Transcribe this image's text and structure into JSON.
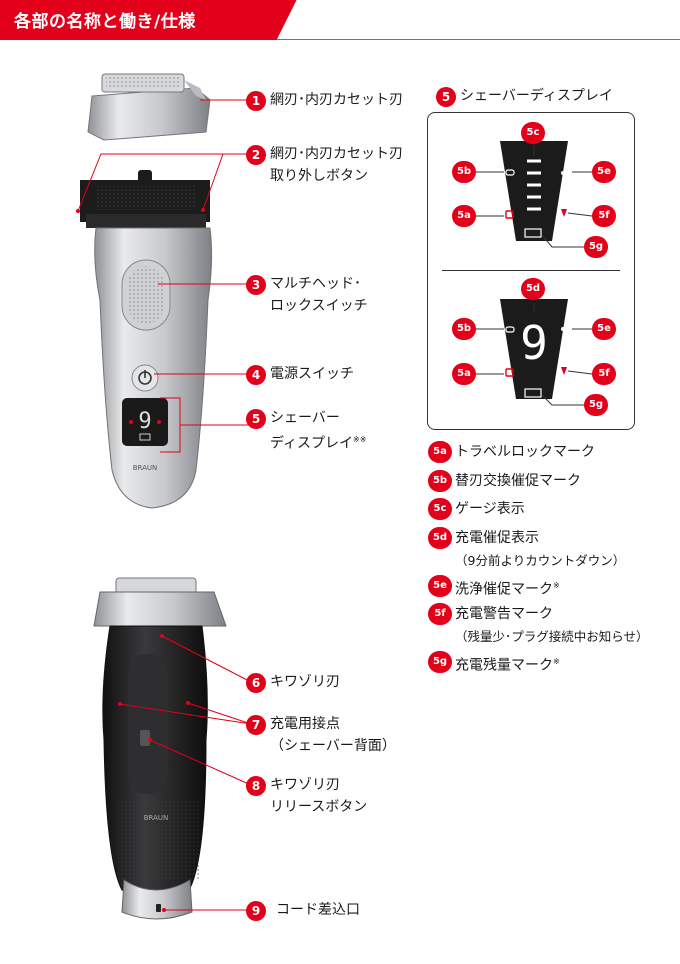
{
  "header": {
    "title": "各部の名称と働き/仕様",
    "color": "#e2001a"
  },
  "callouts": [
    {
      "num": "1",
      "lines": [
        "網刃･内刃カセット刃"
      ]
    },
    {
      "num": "2",
      "lines": [
        "網刃･内刃カセット刃",
        "取り外しボタン"
      ]
    },
    {
      "num": "3",
      "lines": [
        "マルチヘッド･",
        "ロックスイッチ"
      ]
    },
    {
      "num": "4",
      "lines": [
        "電源スイッチ"
      ]
    },
    {
      "num": "5",
      "lines": [
        "シェーバー",
        "ディスプレイ"
      ],
      "note": "※※"
    },
    {
      "num": "6",
      "lines": [
        "キワゾリ刃"
      ]
    },
    {
      "num": "7",
      "lines": [
        "充電用接点",
        "（シェーバー背面）"
      ]
    },
    {
      "num": "8",
      "lines": [
        "キワゾリ刃",
        "リリースボタン"
      ]
    },
    {
      "num": "9",
      "lines": [
        "コード差込口"
      ]
    }
  ],
  "display_panel": {
    "num": "5",
    "title": "シェーバーディスプレイ",
    "top_badges": [
      "5c",
      "5b",
      "5e",
      "5a",
      "5f",
      "5g"
    ],
    "bottom_badges": [
      "5d",
      "5b",
      "5e",
      "5a",
      "5f",
      "5g"
    ],
    "digit": "9"
  },
  "legend": [
    {
      "badge": "5a",
      "text": "トラベルロックマーク"
    },
    {
      "badge": "5b",
      "text": "替刃交換催促マーク"
    },
    {
      "badge": "5c",
      "text": "ゲージ表示"
    },
    {
      "badge": "5d",
      "text": "充電催促表示",
      "note": "（9分前よりカウントダウン）"
    },
    {
      "badge": "5e",
      "text": "洗浄催促マーク",
      "mark": "※"
    },
    {
      "badge": "5f",
      "text": "充電警告マーク",
      "note": "（残量少･プラグ接続中お知らせ）"
    },
    {
      "badge": "5g",
      "text": "充電残量マーク",
      "mark": "※"
    }
  ],
  "brand": "BRAUN",
  "shaver_display_digit": "9",
  "colors": {
    "accent": "#e2001a",
    "silver": "#c9cbce",
    "dark": "#222222"
  }
}
